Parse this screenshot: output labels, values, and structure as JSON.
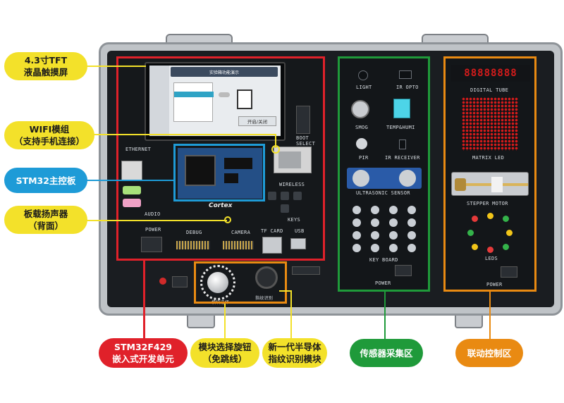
{
  "callouts": {
    "lcd": "4.3寸TFT\n液晶触摸屏",
    "wifi": "WIFI模组\n（支持手机连接）",
    "stm32_board": "STM32主控板",
    "speaker": "板载扬声器\n（背面）",
    "stm32f429": "STM32F429\n嵌入式开发单元",
    "knob": "模块选择旋钮\n（免跳线）",
    "fingerprint": "新一代半导体\n指纹识别模块",
    "sensor_zone": "传感器采集区",
    "control_zone": "联动控制区"
  },
  "colors": {
    "red_zone": "#e0212a",
    "green_zone": "#1f9a3a",
    "orange_zone": "#e98a12",
    "blue_zone": "#1e9bd7",
    "yellow_line": "#f3e12a"
  },
  "screen": {
    "title": "实验箱功能演示",
    "button": "开启/关闭"
  },
  "silkscreen": {
    "ethernet": "ETHERNET",
    "power": "POWER",
    "debug": "DEBUG",
    "camera": "CAMERA",
    "tf_card": "TF CARD",
    "usb": "USB",
    "wireless": "WIRELESS",
    "keys": "KEYS",
    "boot_select": "BOOT SELECT",
    "cortex": "Cortex",
    "audio": "AUDIO",
    "light": "LIGHT",
    "ir_opto": "IR OPTO",
    "smog": "SMOG",
    "temp_humi": "TEMP&HUMI",
    "pir": "PIR",
    "ir_receiver": "IR RECEIVER",
    "ultrasonic": "ULTRASONIC SENSOR",
    "key_board": "KEY BOARD",
    "digital_tube": "DIGITAL TUBE",
    "matrix_led": "MATRIX LED",
    "stepper_motor": "STEPPER MOTOR",
    "leds": "LEDS",
    "knob_label": "模块选择",
    "fingerprint_label": "指纹识别"
  },
  "digital_tube_display": "88888888"
}
